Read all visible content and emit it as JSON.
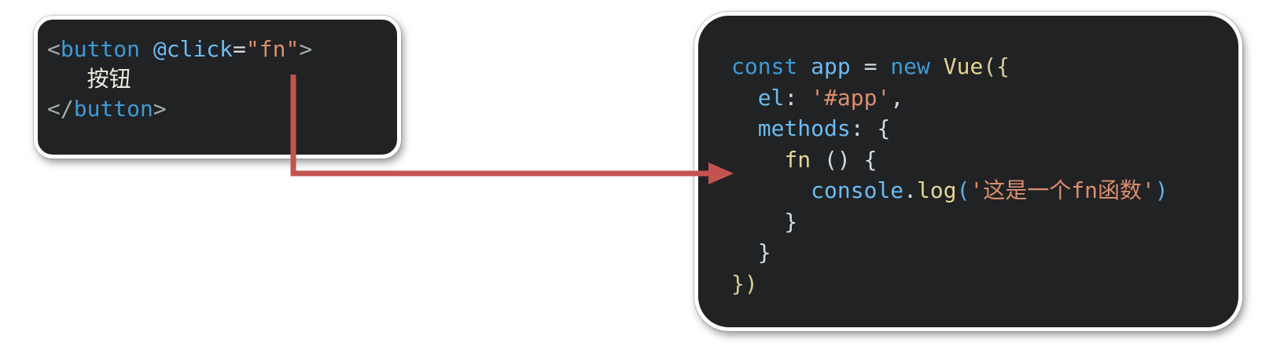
{
  "palette": {
    "card-bg": "#212224",
    "kw": "#3E9BD6",
    "var": "#6CBCF2",
    "fname": "#E6D492",
    "string": "#DC8E6E",
    "punct": "#D6DBDF",
    "angle": "#A6ACA9",
    "text": "#F0EBE1",
    "bluebr": "#61AFE5",
    "goldbr": "#D9CD96",
    "arrow": "#C4534F"
  },
  "left_card": {
    "lines": [
      [
        {
          "t": "<",
          "c": "angle"
        },
        {
          "t": "button",
          "c": "kw"
        },
        {
          "t": " ",
          "c": "punct"
        },
        {
          "t": "@click",
          "c": "var"
        },
        {
          "t": "=",
          "c": "punct"
        },
        {
          "t": "\"fn\"",
          "c": "string"
        },
        {
          "t": ">",
          "c": "angle"
        }
      ],
      [
        {
          "t": "   按钮",
          "c": "text"
        }
      ],
      [
        {
          "t": "</",
          "c": "angle"
        },
        {
          "t": "button",
          "c": "kw"
        },
        {
          "t": ">",
          "c": "angle"
        }
      ]
    ]
  },
  "right_card": {
    "lines": [
      [
        {
          "t": "const ",
          "c": "kw"
        },
        {
          "t": "app ",
          "c": "var"
        },
        {
          "t": "= ",
          "c": "punct"
        },
        {
          "t": "new ",
          "c": "kw"
        },
        {
          "t": "Vue",
          "c": "fname"
        },
        {
          "t": "({",
          "c": "goldbr"
        }
      ],
      [
        {
          "t": "  ",
          "c": "punct"
        },
        {
          "t": "el",
          "c": "var"
        },
        {
          "t": ": ",
          "c": "punct"
        },
        {
          "t": "'#app'",
          "c": "string"
        },
        {
          "t": ",",
          "c": "punct"
        }
      ],
      [
        {
          "t": "  ",
          "c": "punct"
        },
        {
          "t": "methods",
          "c": "var"
        },
        {
          "t": ": ",
          "c": "punct"
        },
        {
          "t": "{",
          "c": "punct"
        }
      ],
      [
        {
          "t": "    ",
          "c": "punct"
        },
        {
          "t": "fn ",
          "c": "fname"
        },
        {
          "t": "() {",
          "c": "punct"
        }
      ],
      [
        {
          "t": "      ",
          "c": "punct"
        },
        {
          "t": "console",
          "c": "var"
        },
        {
          "t": ".",
          "c": "punct"
        },
        {
          "t": "log",
          "c": "fname"
        },
        {
          "t": "(",
          "c": "bluebr"
        },
        {
          "t": "'这是一个fn函数'",
          "c": "string"
        },
        {
          "t": ")",
          "c": "bluebr"
        }
      ],
      [
        {
          "t": "    }",
          "c": "punct"
        }
      ],
      [
        {
          "t": "  }",
          "c": "punct"
        }
      ],
      [
        {
          "t": "})",
          "c": "goldbr"
        }
      ]
    ]
  }
}
